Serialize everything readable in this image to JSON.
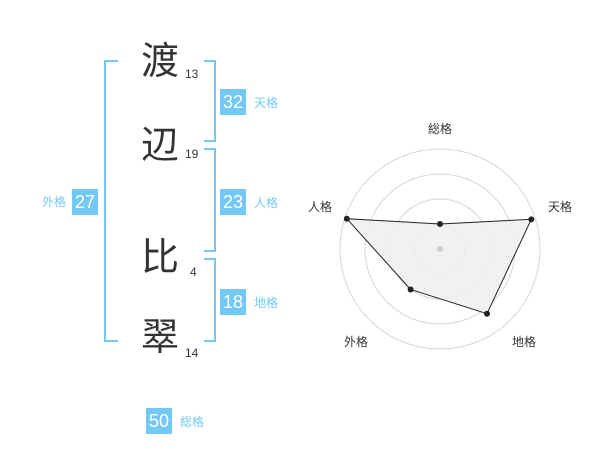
{
  "name_chars": [
    {
      "char": "渡",
      "strokes": "13"
    },
    {
      "char": "辺",
      "strokes": "19"
    },
    {
      "char": "比",
      "strokes": "4"
    },
    {
      "char": "翠",
      "strokes": "14"
    }
  ],
  "scores": {
    "tenkaku": {
      "value": "32",
      "label": "天格"
    },
    "jinkaku": {
      "value": "23",
      "label": "人格"
    },
    "chikaku": {
      "value": "18",
      "label": "地格"
    },
    "gaikaku": {
      "value": "27",
      "label": "外格"
    },
    "soukaku": {
      "value": "50",
      "label": "総格"
    }
  },
  "colors": {
    "accent": "#74c9f4",
    "text": "#333333",
    "grid": "#d6d6d6",
    "fill": "#efefef",
    "line": "#222222"
  },
  "chart_data": {
    "type": "radar",
    "axes": [
      "総格",
      "天格",
      "地格",
      "外格",
      "人格"
    ],
    "values": [
      0.25,
      0.96,
      0.8,
      0.5,
      0.98
    ],
    "rings": 4,
    "range": [
      0,
      1
    ]
  }
}
